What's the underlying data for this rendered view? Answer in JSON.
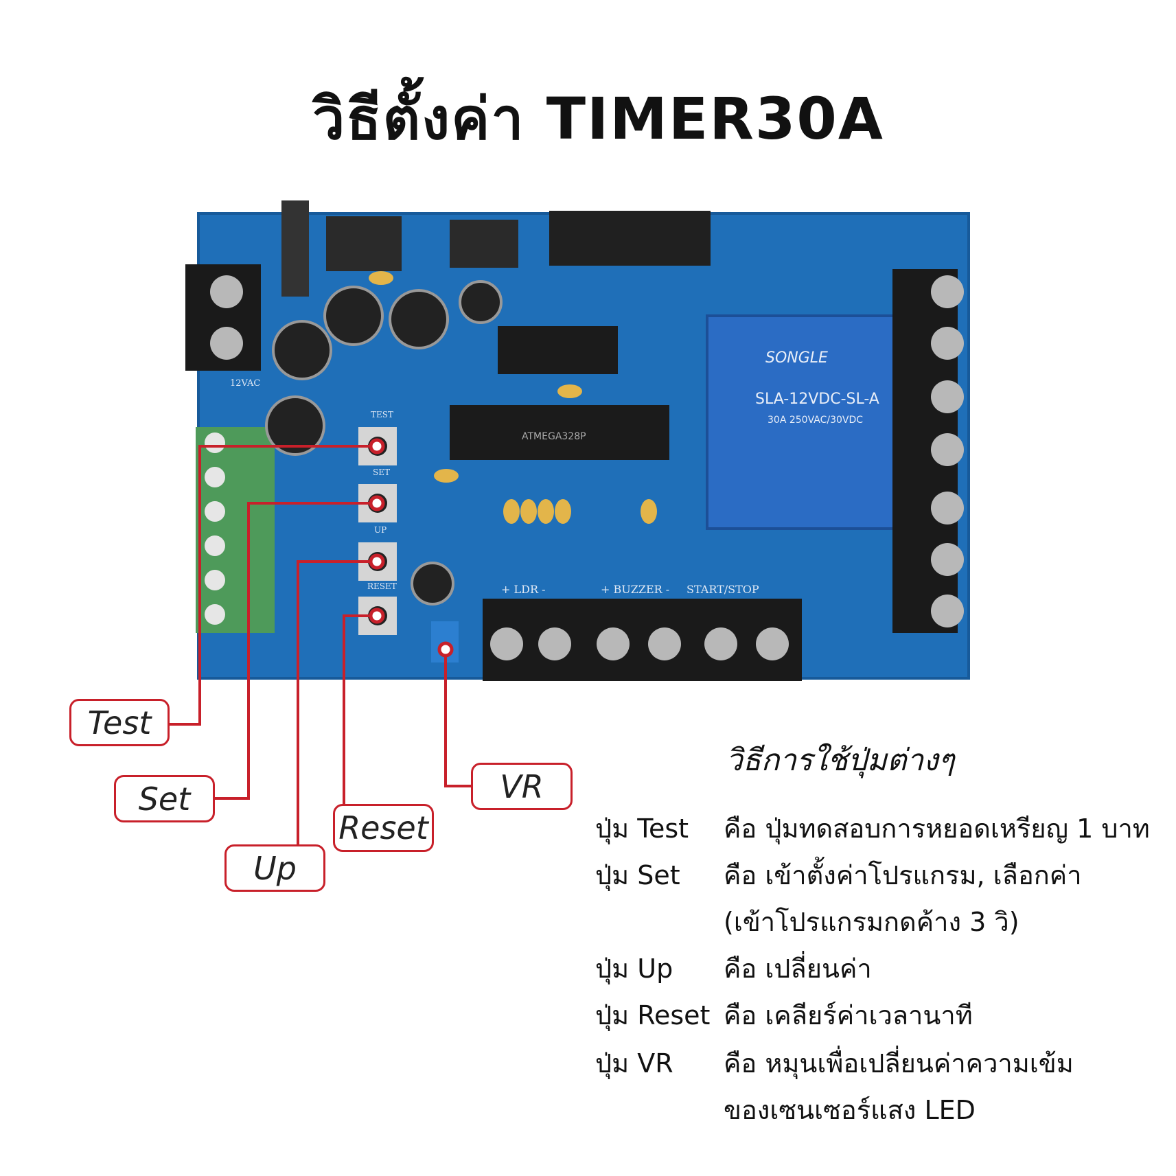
{
  "title": "วิธีตั้งค่า TIMER30A",
  "callouts": {
    "test": "Test",
    "set": "Set",
    "up": "Up",
    "reset": "Reset",
    "vr": "VR"
  },
  "pcb_labels": {
    "relay_brand": "SONGLE",
    "relay_model": "SLA-12VDC-SL-A",
    "relay_rating": "30A 250VAC/30VDC",
    "chip": "ATMEGA328P",
    "ldr": "+ LDR -",
    "buzzer": "+ BUZZER -",
    "start_stop": "START/STOP",
    "btn_test": "TEST",
    "btn_set": "SET",
    "btn_up": "UP",
    "btn_reset": "RESET",
    "power": "12VAC"
  },
  "instructions": {
    "heading": "วิธีการใช้ปุ่มต่างๆ",
    "rows": [
      {
        "label": "ปุ่ม Test",
        "desc": "คือ ปุ่มทดสอบการหยอดเหรียญ 1 บาท"
      },
      {
        "label": "ปุ่ม Set",
        "desc": "คือ เข้าตั้งค่าโปรแกรม, เลือกค่า"
      },
      {
        "label": "",
        "desc": "(เข้าโปรแกรมกดค้าง 3 วิ)"
      },
      {
        "label": "ปุ่ม Up",
        "desc": "คือ เปลี่ยนค่า"
      },
      {
        "label": "ปุ่ม Reset",
        "desc": "คือ เคลียร์ค่าเวลานาที"
      },
      {
        "label": "ปุ่ม VR",
        "desc": "คือ หมุนเพื่อเปลี่ยนค่าความเข้ม"
      },
      {
        "label": "",
        "desc": "ของเซนเซอร์แสง LED"
      }
    ]
  },
  "colors": {
    "accent": "#c8202a",
    "board": "#1f6fb8",
    "relay": "#2b6cc4"
  }
}
